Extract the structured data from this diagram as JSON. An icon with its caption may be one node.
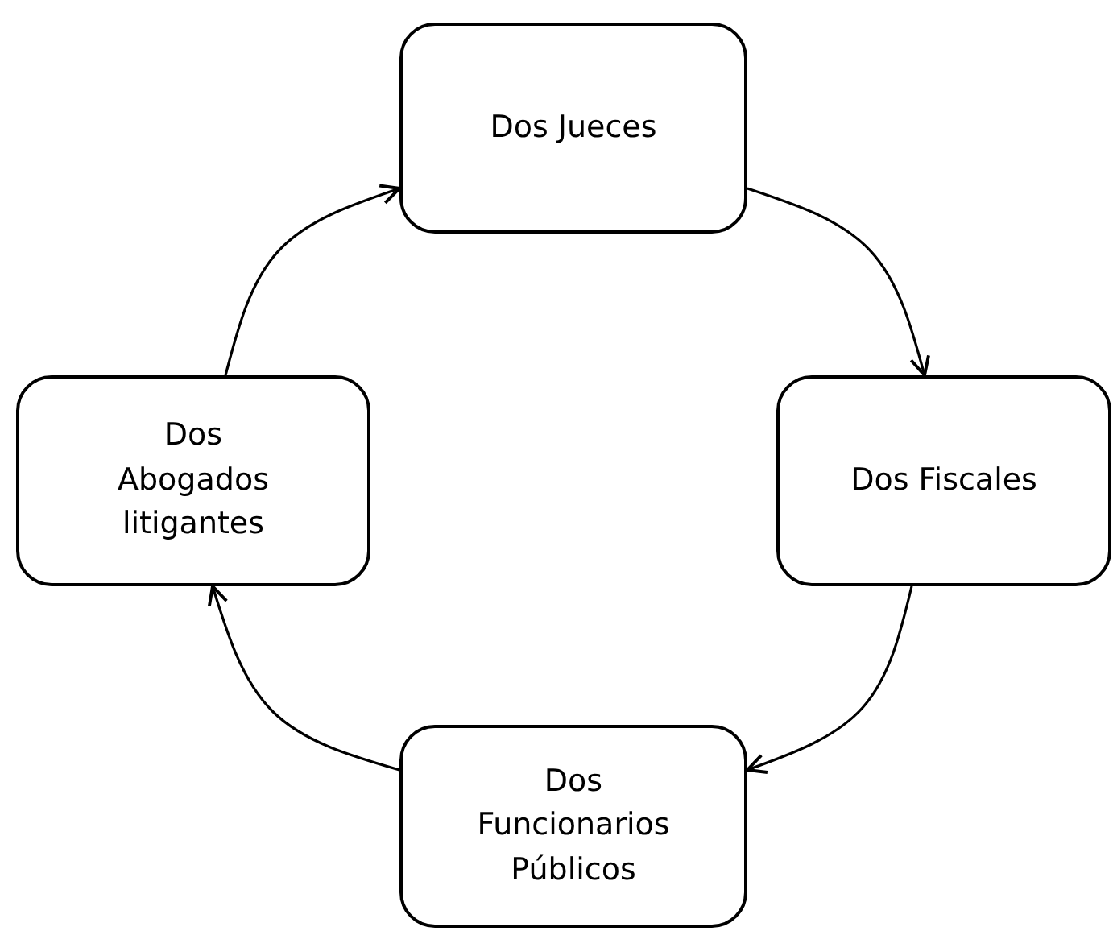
{
  "diagram": {
    "nodes": [
      {
        "text": [
          "Dos Jueces"
        ]
      },
      {
        "text": [
          "Dos Fiscales"
        ]
      },
      {
        "text": [
          "Dos Funcionarios Públicos"
        ]
      },
      {
        "text": [
          "Dos Abogados litigantes"
        ]
      }
    ],
    "edges": [
      {
        "from": 0,
        "to": 1,
        "arrow": "to"
      },
      {
        "from": 1,
        "to": 2,
        "arrow": "to"
      },
      {
        "from": 2,
        "to": 3,
        "arrow": "to"
      },
      {
        "from": 3,
        "to": 0,
        "arrow": "to"
      }
    ]
  }
}
